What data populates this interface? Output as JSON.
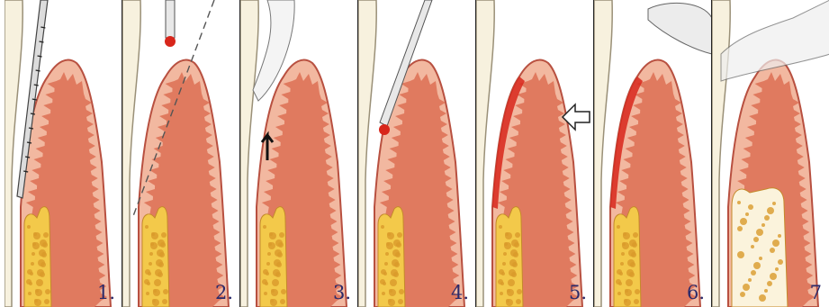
{
  "panels": [
    {
      "label": "1.",
      "tool": "probe"
    },
    {
      "label": "2.",
      "tool": "laser-tip-with-angle-line"
    },
    {
      "label": "3.",
      "tool": "flap-reflection-arrow"
    },
    {
      "label": "4.",
      "tool": "laser-tip"
    },
    {
      "label": "5.",
      "tool": "lased-edge-with-arrow"
    },
    {
      "label": "6.",
      "tool": "lased-edge-with-instrument"
    },
    {
      "label": "7",
      "tool": "healed-with-bone"
    }
  ],
  "colors": {
    "tissue": "#e07a5f",
    "tissue_light": "#f2b8a0",
    "outline": "#b85040",
    "bone": "#f3c94a",
    "bone_dot": "#d99a2a",
    "laser": "#d8261b",
    "divider": "#222222",
    "label": "#2b2a6a"
  }
}
